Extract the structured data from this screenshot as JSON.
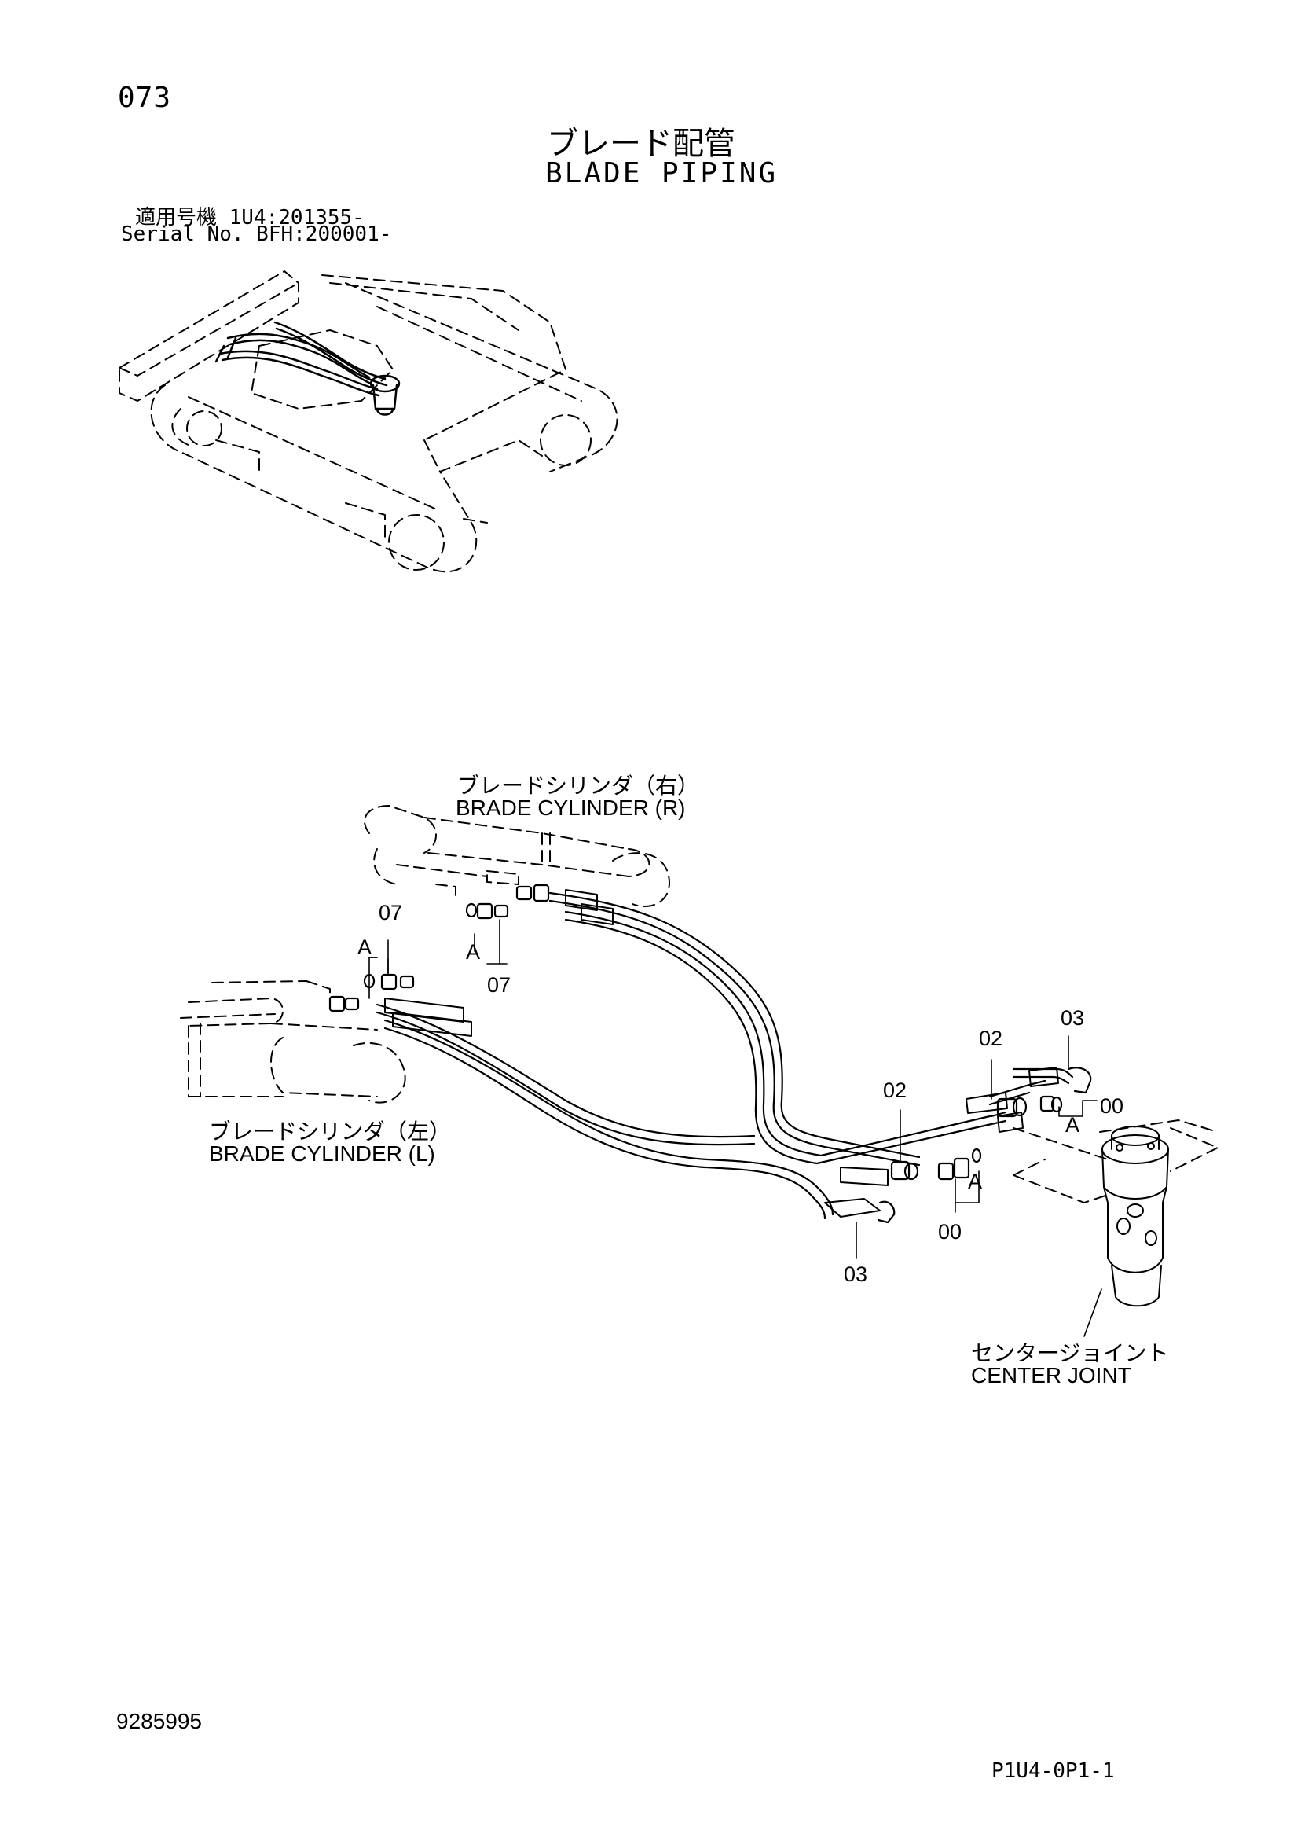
{
  "page": {
    "number": "073",
    "title_jp": "ブレード配管",
    "title_en": "BLADE PIPING",
    "serial_jp": "適用号機 1U4:201355-",
    "serial_en": "Serial No. BFH:200001-"
  },
  "labels": {
    "cyl_r_jp": "ブレードシリンダ（右）",
    "cyl_r_en": "BRADE CYLINDER (R)",
    "cyl_l_jp": "ブレードシリンダ（左）",
    "cyl_l_en": "BRADE CYLINDER (L)",
    "center_jp": "センタージョイント",
    "center_en": "CENTER JOINT"
  },
  "callouts": {
    "c07a": "07",
    "c07b": "07",
    "cA1": "A",
    "cA2": "A",
    "cA3": "A",
    "cA4": "A",
    "c02a": "02",
    "c02b": "02",
    "c03a": "03",
    "c03b": "03",
    "c00a": "00",
    "c00b": "00"
  },
  "footer": {
    "code": "9285995",
    "ref": "P1U4-0P1-1"
  }
}
